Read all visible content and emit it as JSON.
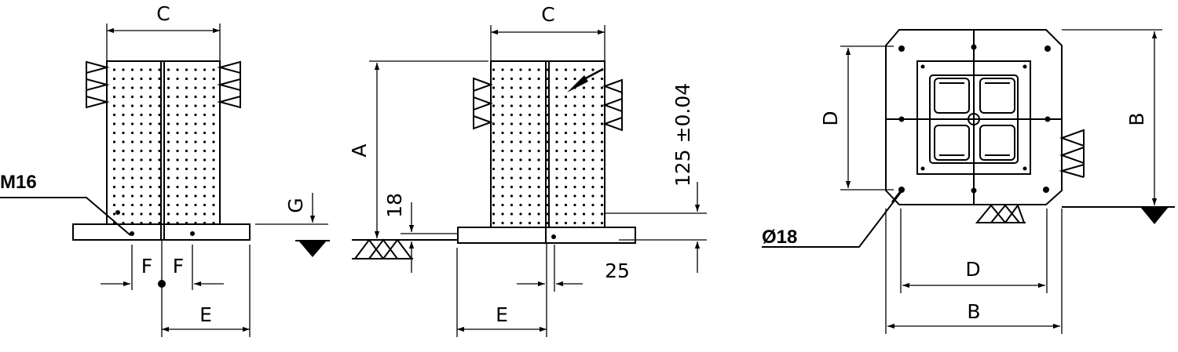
{
  "views": {
    "front": {
      "label_C": "C",
      "label_F_left": "F",
      "label_F_right": "F",
      "label_E": "E",
      "label_G": "G",
      "callout_thread": "M16"
    },
    "side": {
      "label_C": "C",
      "label_A": "A",
      "label_18": "18",
      "label_E": "E",
      "label_25": "25",
      "label_tolerance": "125 ±0.04"
    },
    "top": {
      "label_D_vertical": "D",
      "label_B_vertical": "B",
      "label_D_horizontal": "D",
      "label_B_horizontal": "B",
      "callout_hole": "Ø18"
    }
  }
}
